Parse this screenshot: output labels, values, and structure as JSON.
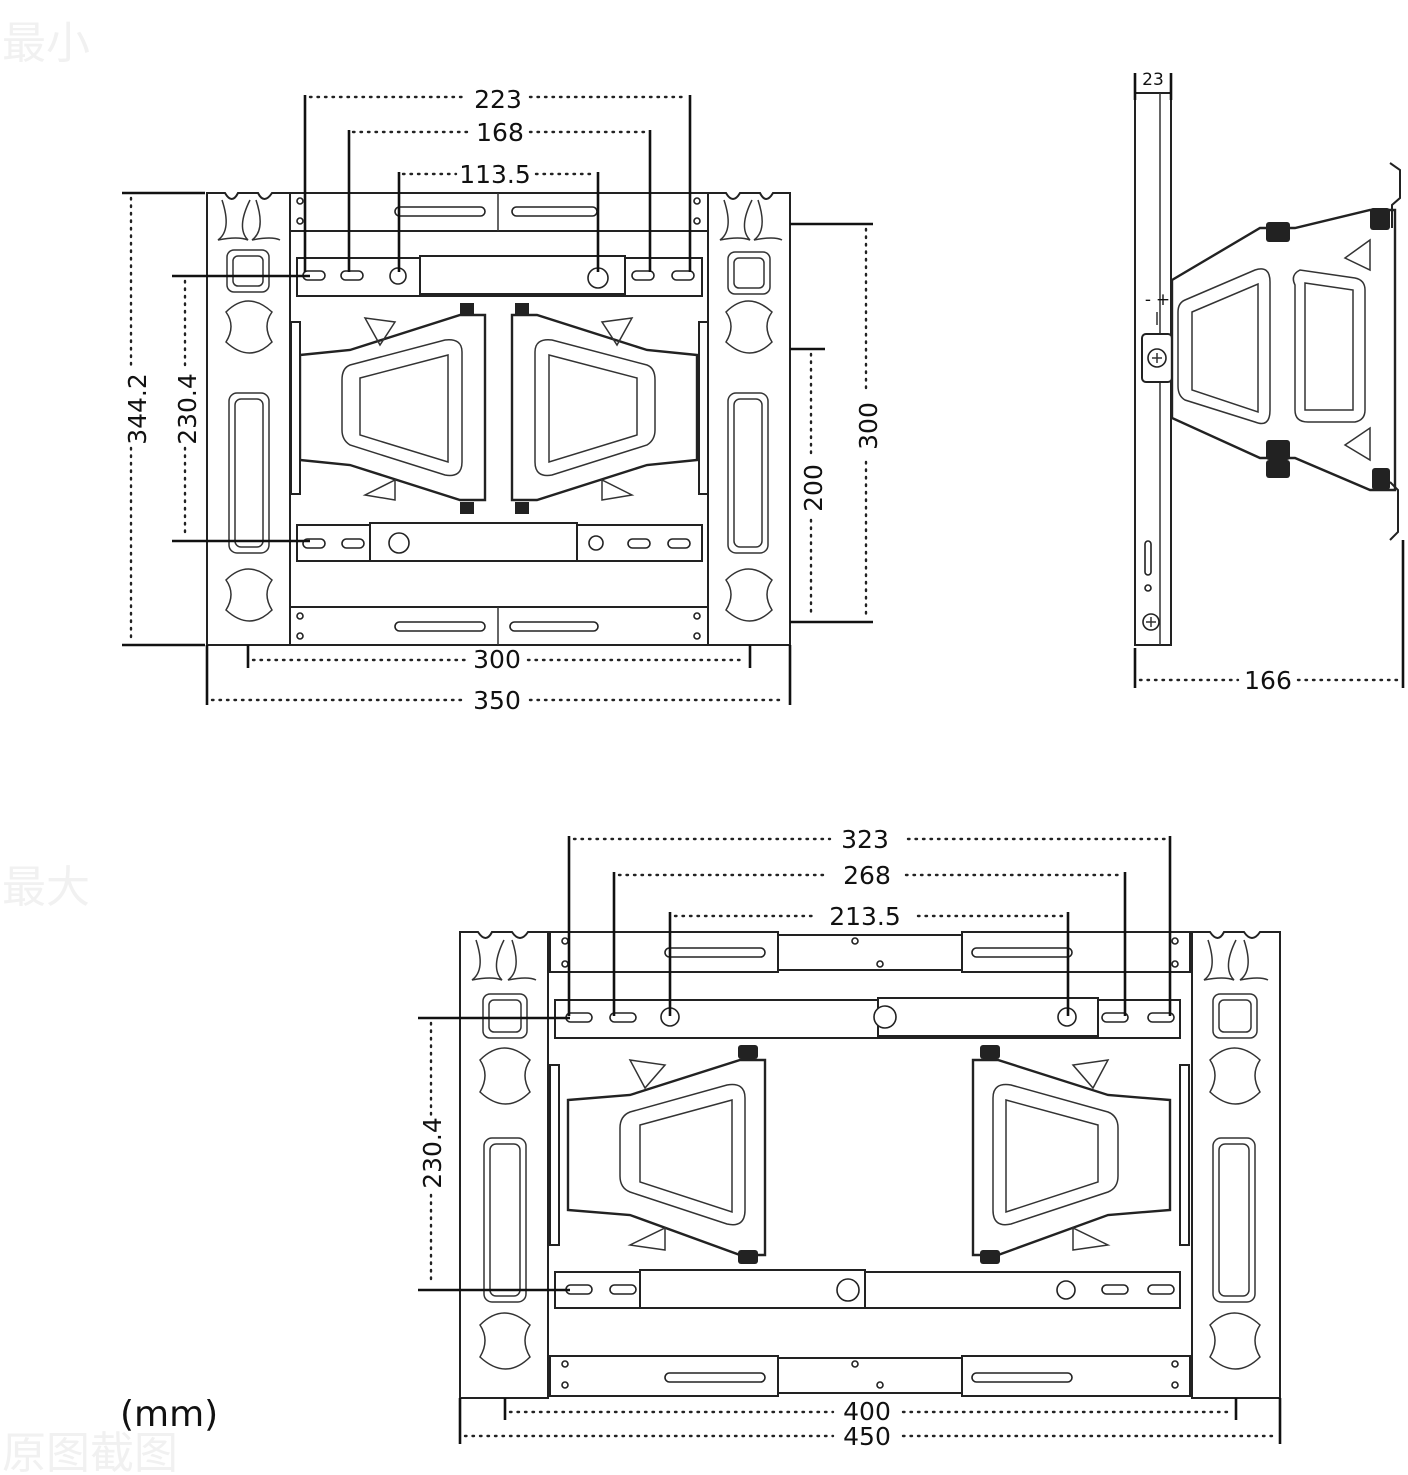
{
  "watermarks": {
    "min": "最小",
    "max": "最大",
    "bottom": "原图截图"
  },
  "unit_label": "(mm)",
  "colors": {
    "line": "#222222",
    "watermark": "#f1f1f1"
  },
  "min_view": {
    "top_223": "223",
    "top_168": "168",
    "top_113_5": "113.5",
    "left_344_2": "344.2",
    "left_230_4": "230.4",
    "right_300": "300",
    "right_200": "200",
    "bottom_300": "300",
    "bottom_350": "350"
  },
  "side_view": {
    "depth_min": "23",
    "depth_max": "166",
    "tilt_plus": "+",
    "tilt_minus": "-"
  },
  "max_view": {
    "top_323": "323",
    "top_268": "268",
    "top_213_5": "213.5",
    "left_230_4": "230.4",
    "bottom_400": "400",
    "bottom_450": "450"
  }
}
